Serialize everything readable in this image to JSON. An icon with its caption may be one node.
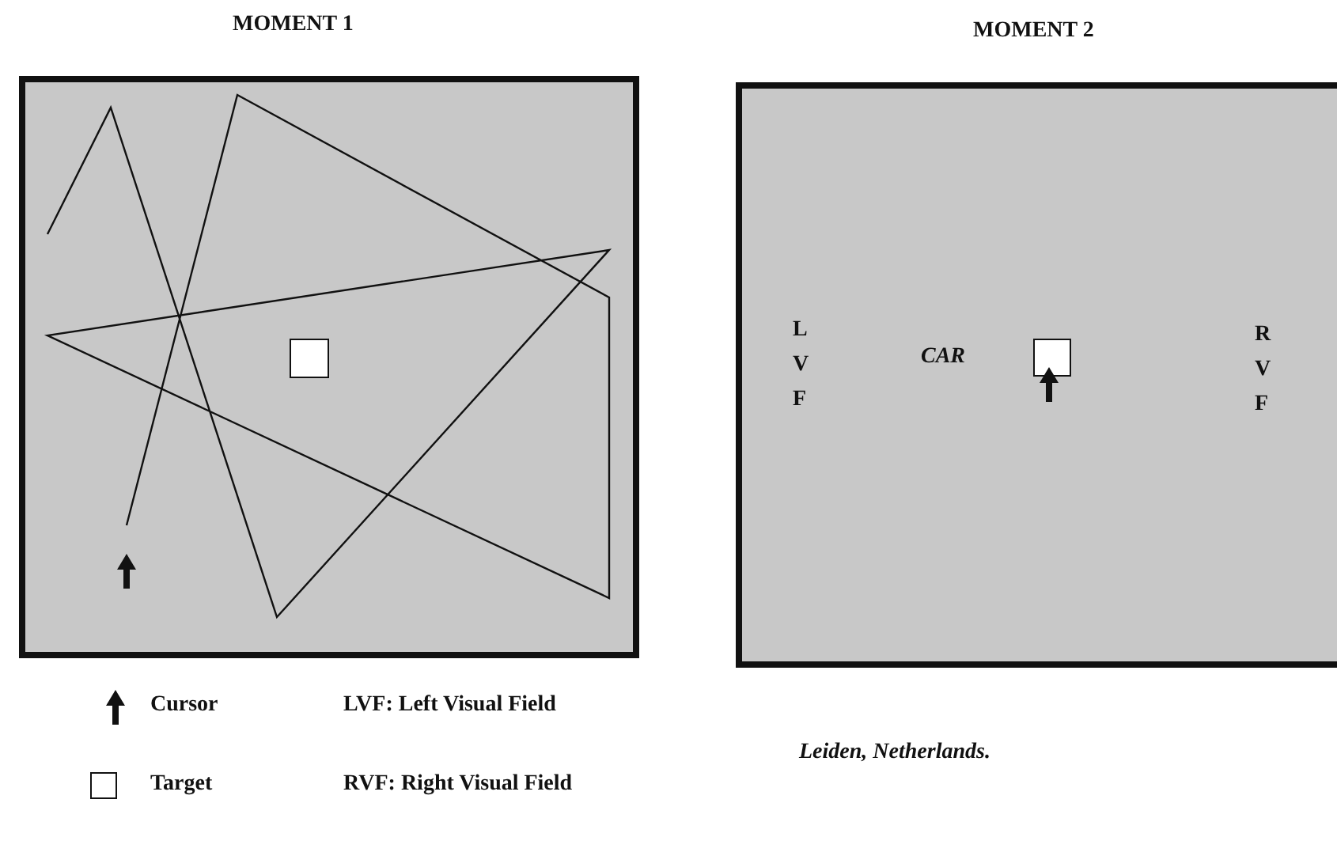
{
  "diagram": {
    "nodes": [
      {
        "text": [
          "MOMENT 1"
        ]
      },
      {
        "text": [
          "MOMENT 2"
        ]
      }
    ],
    "labels": [
      "L V F",
      "CAR",
      "R V F",
      "LVF: Left Visual Field",
      "RVF: Right Visual Field",
      "Leiden, Netherlands."
    ],
    "legend": [
      {
        "text": "Cursor"
      },
      {
        "text": "Target"
      }
    ]
  }
}
